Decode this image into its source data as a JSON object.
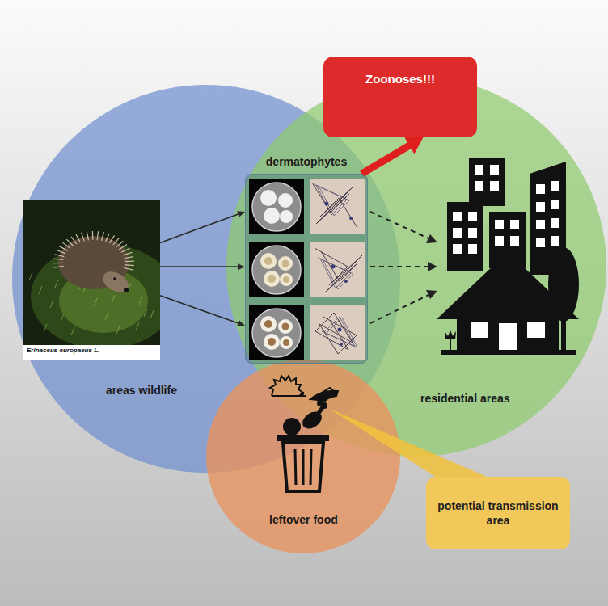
{
  "diagram": {
    "nodes": [
      {
        "text": [
          "areas wildlife"
        ]
      },
      {
        "text": [
          "Erinaceus europaeus L."
        ],
        "in": 0
      },
      {
        "text": [
          "residential areas"
        ]
      },
      {
        "text": [
          "Zoonoses!!!"
        ]
      },
      {
        "text": [
          "dermatophytes"
        ]
      },
      {
        "text": [
          "leftover food"
        ]
      },
      {
        "text": [
          "potential transmission area"
        ]
      }
    ],
    "edges": [
      {
        "from": 1,
        "to": 4,
        "arrow": "to"
      },
      {
        "from": 1,
        "to": 4,
        "arrow": "to"
      },
      {
        "from": 1,
        "to": 4,
        "arrow": "to"
      },
      {
        "from": 4,
        "to": 3,
        "arrow": "to"
      }
    ]
  }
}
